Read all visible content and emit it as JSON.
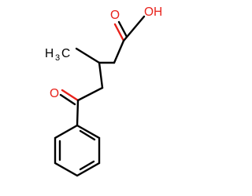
{
  "molecule": {
    "atom_labels": {
      "carbonyl_oxygen_acid": "O",
      "hydroxyl": "OH",
      "methyl_main": "H",
      "methyl_sub": "3",
      "methyl_c": "C",
      "ketone_oxygen": "O"
    },
    "colors": {
      "oxygen": "#e8221b",
      "bond": "#000000",
      "background": "#ffffff"
    }
  }
}
